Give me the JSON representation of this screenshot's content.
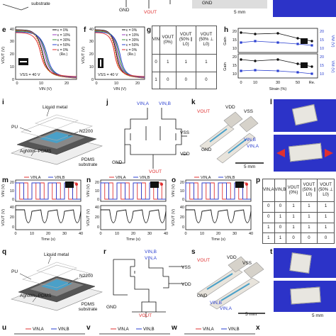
{
  "panels": {
    "top": {
      "substrate": "substrate",
      "gnd": "GND",
      "vout": "VOUT",
      "scale": "5 mm",
      "gnd_photo": "GND"
    },
    "e": {
      "label": "e",
      "ylabel": "VOUT (V)",
      "xlabel": "VIN (V)",
      "vss": "VSS = 40 V",
      "legend": [
        "ε = 0%",
        "ε = 10%",
        "ε = 30%",
        "ε = 50%",
        "ε = 0%",
        "(Re.)"
      ],
      "xticks": [
        "0",
        "10",
        "20"
      ],
      "yticks": [
        "0",
        "10",
        "20",
        "30",
        "40"
      ]
    },
    "f": {
      "label": "f",
      "ylabel": "VOUT (V)",
      "xlabel": "VIN (V)",
      "vss": "VSS = 40 V",
      "legend": [
        "ε = 0%",
        "ε = 10%",
        "ε = 30%",
        "ε = 50%",
        "ε = 0%",
        "(Re.)"
      ],
      "xticks": [
        "0",
        "10",
        "20"
      ],
      "yticks": [
        "0",
        "10",
        "20",
        "30",
        "40"
      ]
    },
    "g": {
      "label": "g",
      "headers": [
        "VIN",
        "VOUT (0%)",
        "VOUT (50% ∥ L0)",
        "VOUT (50% ⊥ L0)"
      ],
      "rows": [
        [
          "0",
          "1",
          "1",
          "1"
        ],
        [
          "1",
          "0",
          "0",
          "0"
        ]
      ]
    },
    "h": {
      "label": "h",
      "ylabel_left": "Gain",
      "ylabel_right": "VM (V)",
      "xlabel": "Strain (%)",
      "xticks": [
        "0",
        "10",
        "30",
        "50",
        "Re."
      ],
      "yticks_left_top": [
        "20",
        "15",
        "10"
      ],
      "yticks_right_top": [
        "20",
        "15",
        "10"
      ],
      "yticks_left_bot": [
        "20",
        "15",
        "10"
      ],
      "yticks_right_bot": [
        "20",
        "15",
        "10"
      ]
    },
    "i": {
      "label": "i",
      "liquid_metal": "Liquid metal",
      "pu": "PU",
      "n2200": "N2200",
      "agnws": "AgNWs–PDMS",
      "pdms": "PDMS",
      "substrate": "substrate"
    },
    "j": {
      "label": "j",
      "vina": "VIN,A",
      "vinb": "VIN,B",
      "vss": "VSS",
      "vdd": "VDD",
      "gnd": "GND",
      "vout": "VOUT"
    },
    "k": {
      "label": "k",
      "vout": "VOUT",
      "vdd": "VDD",
      "vss": "VSS",
      "vinb": "VIN,B",
      "vina": "VIN,A",
      "gnd": "GND",
      "scale": "5 mm"
    },
    "l": {
      "label": "l"
    },
    "m": {
      "label": "m",
      "legend_a": "VIN,A",
      "legend_b": "VIN,B",
      "ylabel_in": "VIN (V)",
      "ylabel_out": "VOUT (V)",
      "xlabel": "Time (s)",
      "xticks": [
        "0",
        "10",
        "20",
        "30",
        "40"
      ],
      "yticks_in": [
        "20",
        "10",
        "0"
      ],
      "yticks_out": [
        "40",
        "20",
        "0"
      ]
    },
    "n": {
      "label": "n",
      "legend_a": "VIN,A",
      "legend_b": "VIN,B",
      "ylabel_in": "VIN (V)",
      "ylabel_out": "VOUT (V)",
      "xlabel": "Time (s)",
      "xticks": [
        "0",
        "10",
        "20",
        "30",
        "40"
      ],
      "yticks_in": [
        "20",
        "10",
        "0"
      ],
      "yticks_out": [
        "40",
        "20",
        "0"
      ]
    },
    "o": {
      "label": "o",
      "legend_a": "VIN,A",
      "legend_b": "VIN,B",
      "ylabel_in": "VIN (V)",
      "ylabel_out": "VOUT (V)",
      "xlabel": "Time (s)",
      "xticks": [
        "0",
        "10",
        "20",
        "30",
        "40"
      ],
      "yticks_in": [
        "20",
        "10",
        "0"
      ],
      "yticks_out": [
        "40",
        "20",
        "0"
      ]
    },
    "p": {
      "label": "p",
      "headers": [
        "VIN,A",
        "VIN,B",
        "VOUT (0%)",
        "VOUT (50% ∥ L0)",
        "VOUT (50% ⊥ L0)"
      ],
      "rows": [
        [
          "0",
          "0",
          "1",
          "1",
          "1"
        ],
        [
          "0",
          "1",
          "1",
          "1",
          "1"
        ],
        [
          "1",
          "0",
          "1",
          "1",
          "1"
        ],
        [
          "1",
          "1",
          "0",
          "0",
          "0"
        ]
      ]
    },
    "q": {
      "label": "q",
      "liquid_metal": "Liquid metal",
      "pu": "PU",
      "n2200": "N2200",
      "agnws": "AgNWs–PDMS",
      "pdms": "PDMS",
      "substrate": "substrate"
    },
    "r": {
      "label": "r",
      "vinb": "VIN,B",
      "vina": "VIN,A",
      "vss": "VSS",
      "vdd": "VDD",
      "gnd": "GND",
      "vout": "VOUT"
    },
    "s": {
      "label": "s",
      "vout": "VOUT",
      "vdd": "VDD",
      "vss": "VSS",
      "gnd": "GND",
      "vinb": "VIN,B",
      "vina": "VIN,A",
      "scale": "5 mm"
    },
    "t": {
      "label": "t",
      "scale": "5 mm"
    },
    "bottom": {
      "u": "u",
      "v": "v",
      "w": "w",
      "x": "x",
      "legend_a": "VIN,A",
      "legend_b": "VIN,B"
    }
  },
  "colors": {
    "red": "#e03030",
    "blue": "#2a3fd0",
    "black": "#111111",
    "purple": "#9a3fc0",
    "green": "#3a9a3a",
    "orange": "#e07a20",
    "glove": "#2c33c8"
  }
}
